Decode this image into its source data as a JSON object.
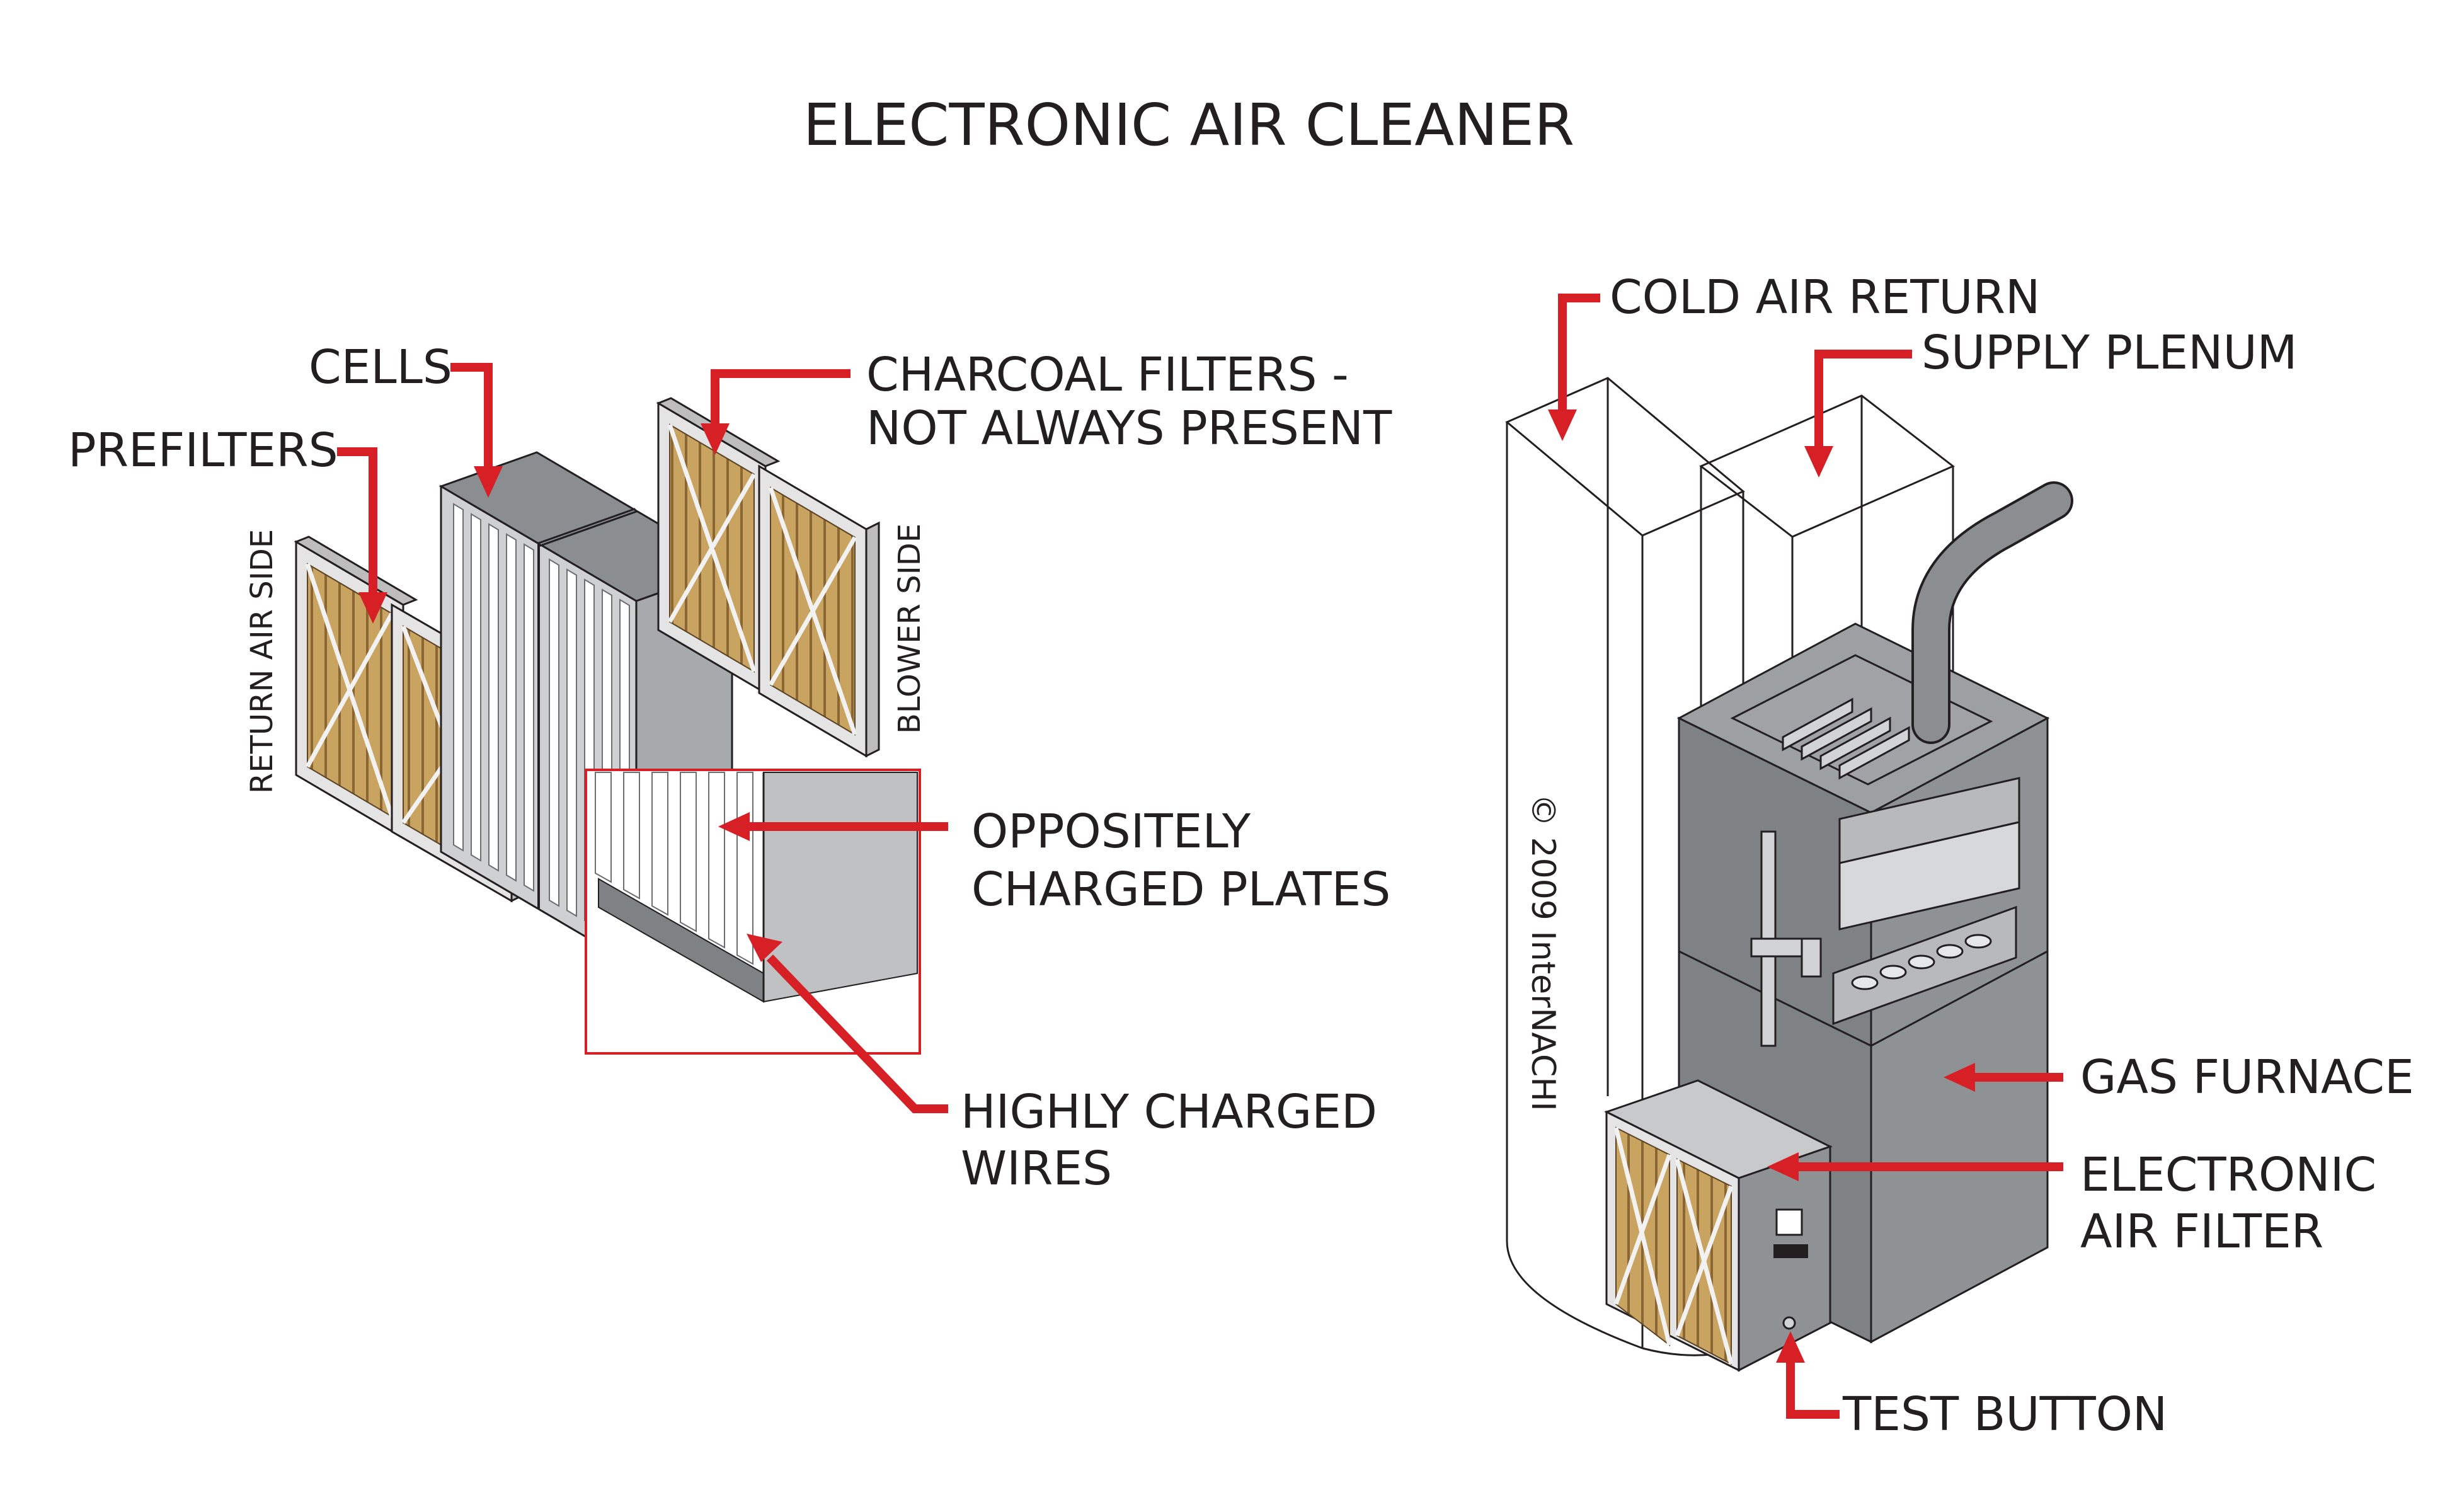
{
  "title": "ELECTRONIC AIR CLEANER",
  "left_assembly": {
    "labels": {
      "cells": "CELLS",
      "prefilters": "PREFILTERS",
      "charcoal_line1": "CHARCOAL FILTERS -",
      "charcoal_line2": "NOT ALWAYS PRESENT",
      "return_air_side": "RETURN AIR SIDE",
      "blower_side": "BLOWER SIDE",
      "plates_line1": "OPPOSITELY",
      "plates_line2": "CHARGED PLATES",
      "wires_line1": "HIGHLY CHARGED",
      "wires_line2": "WIRES"
    }
  },
  "right_assembly": {
    "labels": {
      "cold_air_return": "COLD AIR RETURN",
      "supply_plenum": "SUPPLY PLENUM",
      "gas_furnace": "GAS FURNACE",
      "eaf_line1": "ELECTRONIC",
      "eaf_line2": "AIR FILTER",
      "test_button": "TEST BUTTON"
    },
    "copyright": "© 2009 InterNACHI"
  },
  "colors": {
    "arrow": "#d71f26",
    "filter_media": "#c9a360",
    "metal": "#8b8e91",
    "callout_box": "#d71f26"
  }
}
